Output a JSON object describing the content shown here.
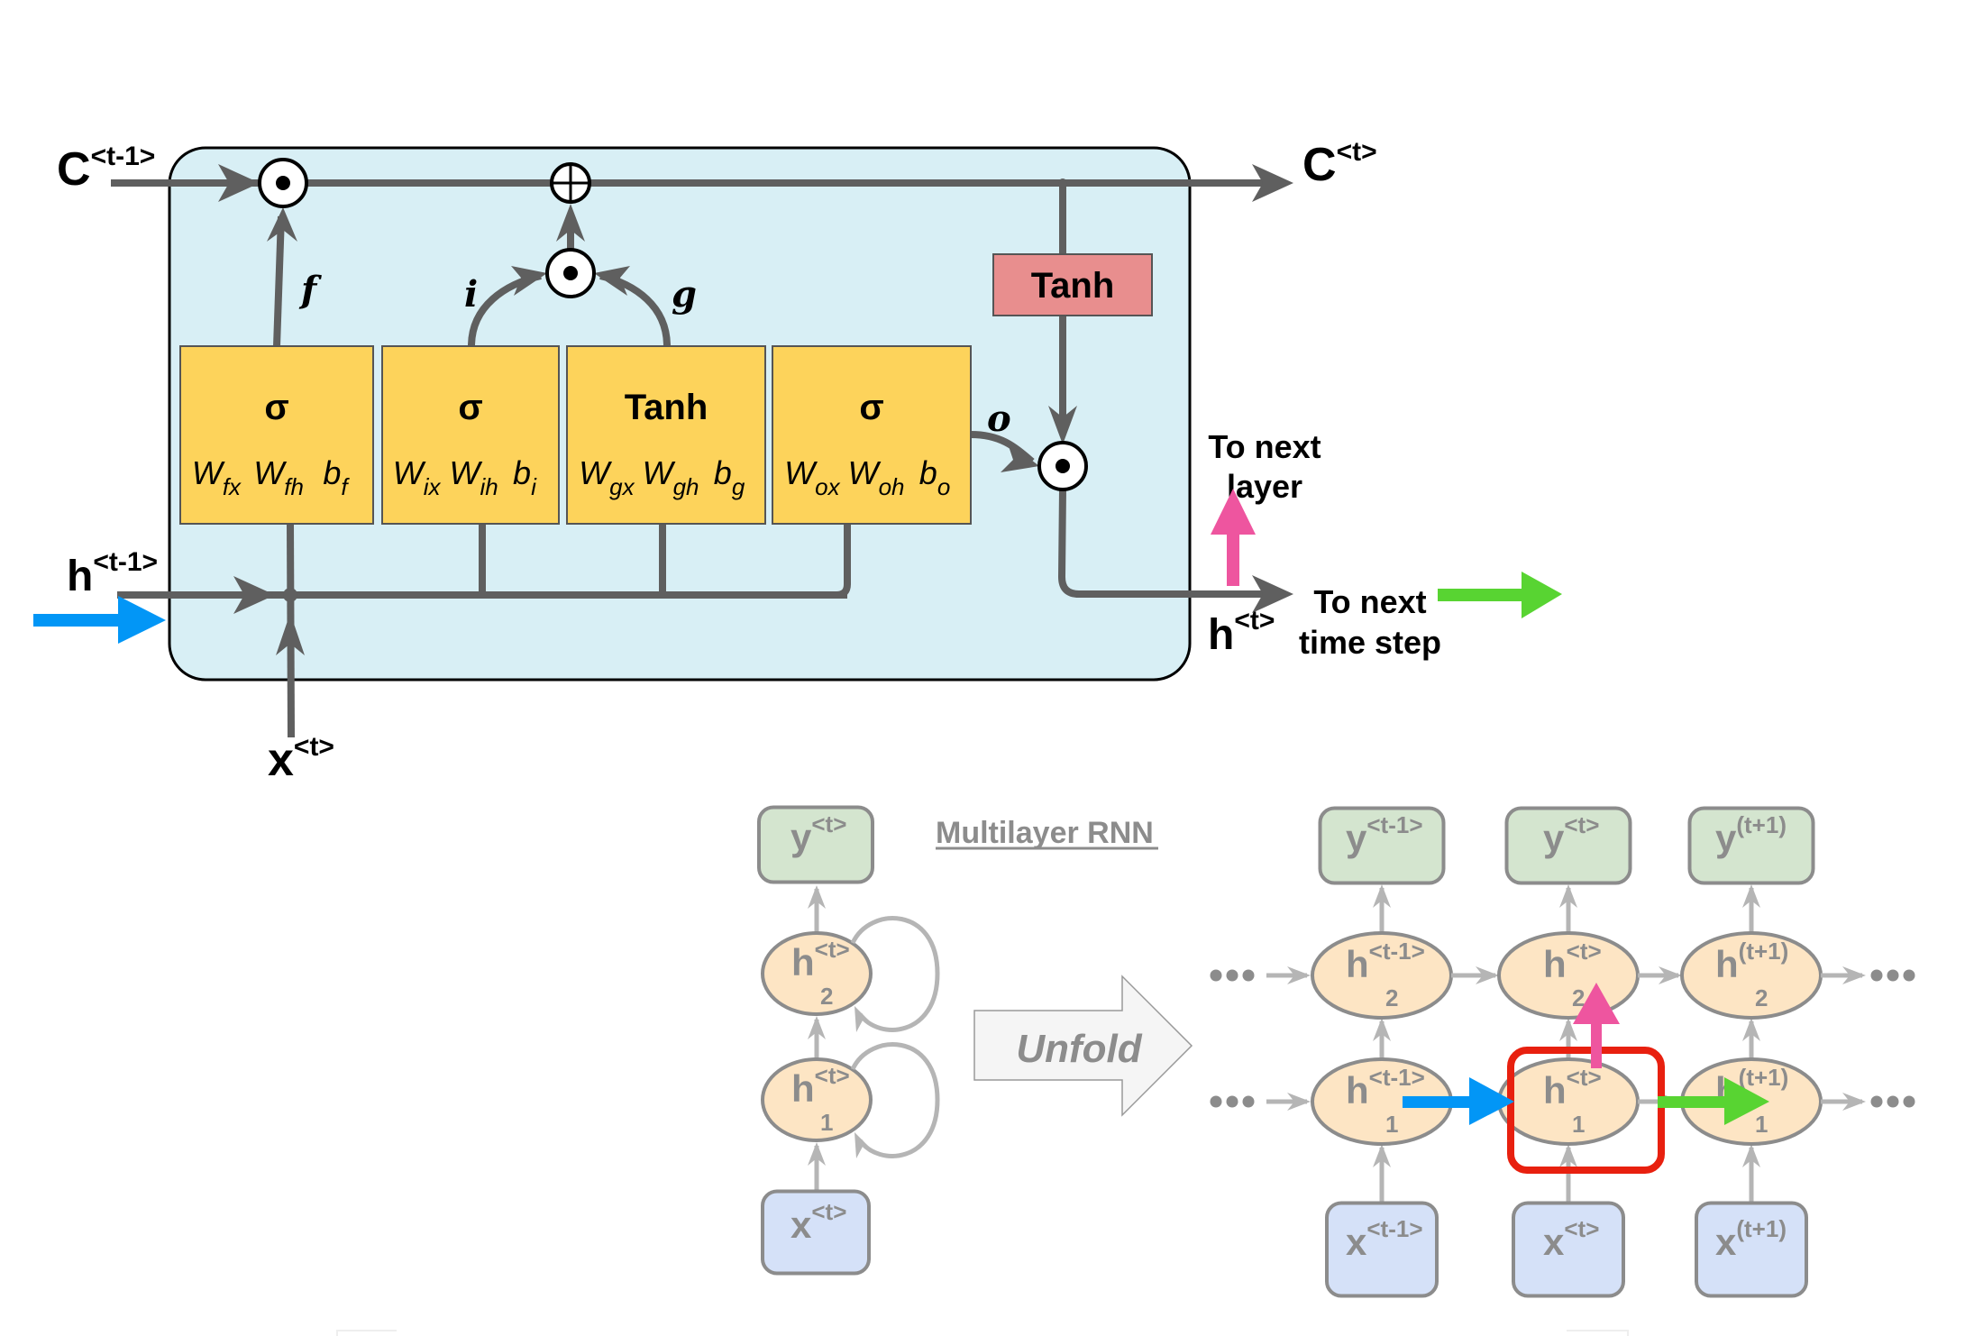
{
  "lstm": {
    "cell_input_label": {
      "base": "C",
      "sup": "<t-1>"
    },
    "cell_output_label": {
      "base": "C",
      "sup": "<t>"
    },
    "hidden_input_label": {
      "base": "h",
      "sup": "<t-1>"
    },
    "hidden_output_label": {
      "base": "h",
      "sup": "<t>"
    },
    "input_label": {
      "base": "x",
      "sup": "<t>"
    },
    "gates": [
      {
        "id": "forget",
        "activation": "σ",
        "signal": "f",
        "params": [
          {
            "base": "W",
            "sub": "fx"
          },
          {
            "base": "W",
            "sub": "fh"
          },
          {
            "base": "b",
            "sub": "f"
          }
        ]
      },
      {
        "id": "input",
        "activation": "σ",
        "signal": "i",
        "params": [
          {
            "base": "W",
            "sub": "ix"
          },
          {
            "base": "W",
            "sub": "ih"
          },
          {
            "base": "b",
            "sub": "i"
          }
        ]
      },
      {
        "id": "candidate",
        "activation": "Tanh",
        "signal": "g",
        "params": [
          {
            "base": "W",
            "sub": "gx"
          },
          {
            "base": "W",
            "sub": "gh"
          },
          {
            "base": "b",
            "sub": "g"
          }
        ]
      },
      {
        "id": "output",
        "activation": "σ",
        "signal": "o",
        "params": [
          {
            "base": "W",
            "sub": "ox"
          },
          {
            "base": "W",
            "sub": "oh"
          },
          {
            "base": "b",
            "sub": "o"
          }
        ]
      }
    ],
    "cell_tanh_label": "Tanh",
    "operators": {
      "multiply": "⊙",
      "add": "⊕"
    },
    "to_next_layer": [
      "To next",
      "layer"
    ],
    "to_next_time_step": [
      "To next",
      "time step"
    ]
  },
  "rnn": {
    "title": "Multilayer RNN",
    "unfold_label": "Unfold",
    "folded": {
      "output": {
        "base": "y",
        "sup": "<t>"
      },
      "layer2": {
        "base": "h",
        "sup": "<t>",
        "sub": "2"
      },
      "layer1": {
        "base": "h",
        "sup": "<t>",
        "sub": "1"
      },
      "input": {
        "base": "x",
        "sup": "<t>"
      }
    },
    "ellipsis": "•••",
    "unfolded": [
      {
        "output": {
          "base": "y",
          "sup": "<t-1>"
        },
        "layer2": {
          "base": "h",
          "sup": "<t-1>",
          "sub": "2"
        },
        "layer1": {
          "base": "h",
          "sup": "<t-1>",
          "sub": "1"
        },
        "input": {
          "base": "x",
          "sup": "<t-1>"
        }
      },
      {
        "output": {
          "base": "y",
          "sup": "<t>"
        },
        "layer2": {
          "base": "h",
          "sup": "<t>",
          "sub": "2"
        },
        "layer1": {
          "base": "h",
          "sup": "<t>",
          "sub": "1"
        },
        "input": {
          "base": "x",
          "sup": "<t>"
        }
      },
      {
        "output": {
          "base": "y",
          "sup": "(t+1)"
        },
        "layer2": {
          "base": "h",
          "sup": "(t+1)",
          "sub": "2"
        },
        "layer1": {
          "base": "h",
          "sup": "(t+1)",
          "sub": "1"
        },
        "input": {
          "base": "x",
          "sup": "(t+1)"
        }
      }
    ],
    "highlighted_column": 1
  },
  "colors": {
    "lstm_background": "#d8eff5",
    "gate_fill": "#fdd35b",
    "cell_tanh_fill": "#e88e8e",
    "wire": "#5f5f5f",
    "arrow_blue": "#0296f6",
    "arrow_pink": "#ee559f",
    "arrow_green": "#58d432",
    "highlight_red": "#e8200f",
    "rnn_output_fill": "#d4e5cf",
    "rnn_hidden_fill": "#fde5c4",
    "rnn_input_fill": "#d5e1f8",
    "rnn_stroke": "#8c8c8c"
  }
}
